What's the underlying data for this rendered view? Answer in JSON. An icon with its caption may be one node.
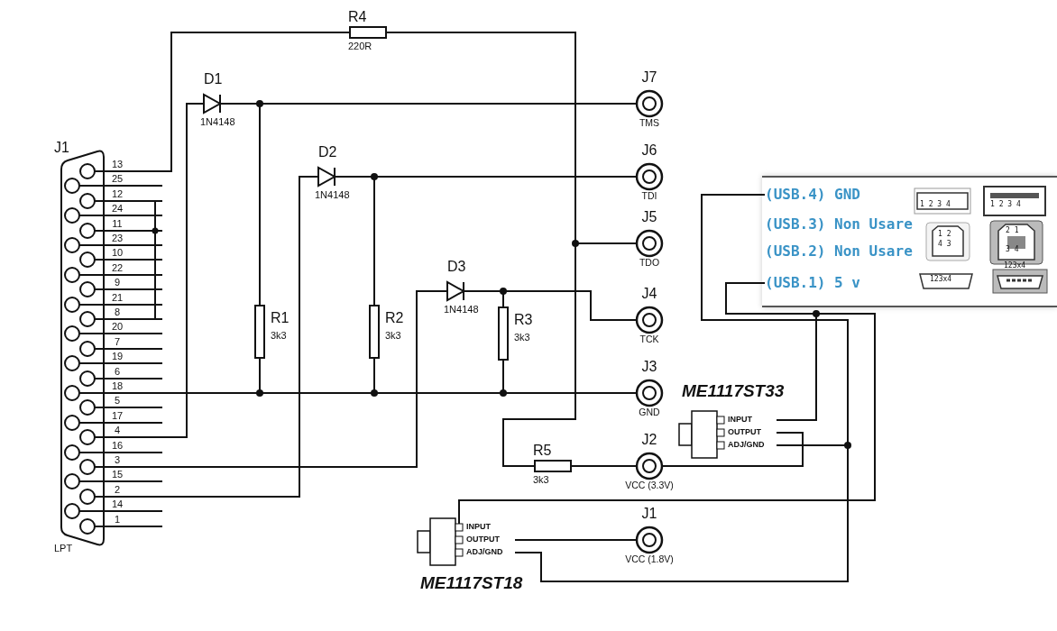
{
  "diagram": {
    "nodes": [
      {
        "text": [
          "J1",
          "LPT"
        ]
      },
      {
        "text": [
          "R4",
          "220R"
        ]
      },
      {
        "text": [
          "D1",
          "1N4148"
        ]
      },
      {
        "text": [
          "J7",
          "TMS"
        ]
      },
      {
        "text": [
          "D2",
          "1N4148"
        ]
      },
      {
        "text": [
          "J6",
          "TDI"
        ]
      },
      {
        "text": [
          "J5",
          "TDO"
        ]
      },
      {
        "text": [
          "D3",
          "1N4148"
        ]
      },
      {
        "text": [
          "J4",
          "TCK"
        ]
      },
      {
        "text": [
          "R1",
          "3k3"
        ]
      },
      {
        "text": [
          "R2",
          "3k3"
        ]
      },
      {
        "text": [
          "R3",
          "3k3"
        ]
      },
      {
        "text": [
          "J3",
          "GND"
        ]
      },
      {
        "text": [
          "R5",
          "3k3"
        ]
      },
      {
        "text": [
          "J2",
          "VCC (3.3V)"
        ]
      },
      {
        "text": [
          "(USB.4) GND"
        ]
      },
      {
        "text": [
          "(USB.3) Non Usare"
        ]
      },
      {
        "text": [
          "(USB.2) Non Usare"
        ]
      },
      {
        "text": [
          "(USB.1) 5 v"
        ]
      },
      {
        "text": [
          "ME1117ST33",
          "INPUT",
          "OUTPUT",
          "ADJ/GND"
        ]
      },
      {
        "text": [
          "ME1117ST18",
          "INPUT",
          "OUTPUT",
          "ADJ/GND"
        ]
      },
      {
        "text": [
          "J1",
          "VCC (1.8V)"
        ]
      }
    ],
    "edges": [
      {
        "from": 0,
        "to": 1,
        "arrow": "none"
      },
      {
        "from": 1,
        "to": 6,
        "arrow": "none"
      },
      {
        "from": 1,
        "to": 13,
        "arrow": "none"
      },
      {
        "from": 13,
        "to": 14,
        "arrow": "none"
      },
      {
        "from": 0,
        "to": 2,
        "arrow": "none"
      },
      {
        "from": 2,
        "to": 3,
        "arrow": "none"
      },
      {
        "from": 2,
        "to": 9,
        "arrow": "none"
      },
      {
        "from": 0,
        "to": 4,
        "arrow": "none"
      },
      {
        "from": 4,
        "to": 5,
        "arrow": "none"
      },
      {
        "from": 4,
        "to": 10,
        "arrow": "none"
      },
      {
        "from": 0,
        "to": 7,
        "arrow": "none"
      },
      {
        "from": 7,
        "to": 8,
        "arrow": "none"
      },
      {
        "from": 7,
        "to": 11,
        "arrow": "none"
      },
      {
        "from": 0,
        "to": 12,
        "arrow": "none"
      },
      {
        "from": 9,
        "to": 12,
        "arrow": "none"
      },
      {
        "from": 10,
        "to": 12,
        "arrow": "none"
      },
      {
        "from": 11,
        "to": 12,
        "arrow": "none"
      },
      {
        "from": 18,
        "to": 19,
        "arrow": "none"
      },
      {
        "from": 18,
        "to": 20,
        "arrow": "none"
      },
      {
        "from": 15,
        "to": 19,
        "arrow": "none"
      },
      {
        "from": 15,
        "to": 20,
        "arrow": "none"
      },
      {
        "from": 19,
        "to": 14,
        "arrow": "none"
      },
      {
        "from": 20,
        "to": 21,
        "arrow": "none"
      }
    ],
    "labels": [
      "13",
      "25",
      "12",
      "24",
      "11",
      "23",
      "10",
      "22",
      "9",
      "21",
      "8",
      "20",
      "7",
      "19",
      "6",
      "18",
      "5",
      "17",
      "4",
      "16",
      "3",
      "15",
      "2",
      "14",
      "1",
      "1 2 3 4",
      "1 2 3 4",
      "1 2",
      "4 3",
      "2 1",
      "3 4",
      "123x4",
      "123x4"
    ]
  }
}
